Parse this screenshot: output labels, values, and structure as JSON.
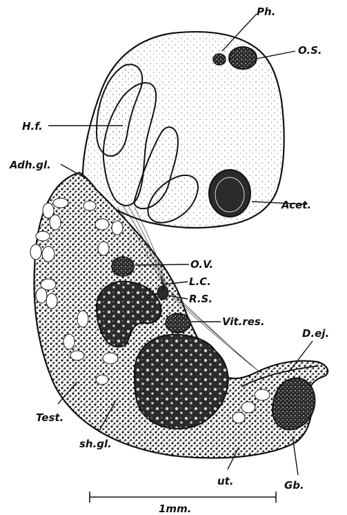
{
  "labels": {
    "ph": "Ph.",
    "os": "O.S.",
    "hf": "H.f.",
    "adhgl": "Adh.gl.",
    "acet": "Acet.",
    "ov": "O.V.",
    "lc": "L.C.",
    "rs": "R.S.",
    "vitres": "Vit.res.",
    "dej": "D.ej.",
    "test": "Test.",
    "shgl": "sh.gl.",
    "ut": "ut.",
    "gb": "Gb."
  },
  "scale_bar": {
    "label": "1mm."
  }
}
